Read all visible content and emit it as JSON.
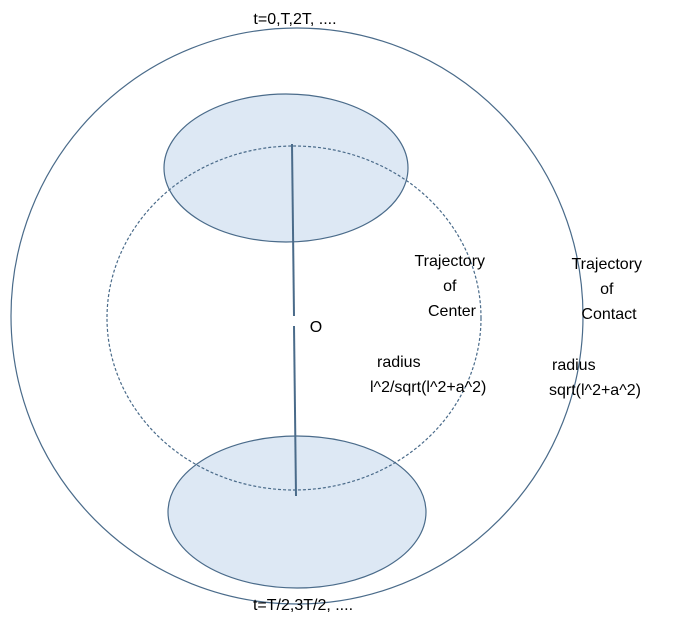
{
  "labels": {
    "top_time": "t=0,T,2T, ....",
    "bottom_time": "t=T/2,3T/2, ....",
    "center_point": "O",
    "center_trajectory": [
      "Trajectory",
      "of",
      "Center"
    ],
    "center_radius": [
      "radius",
      "l^2/sqrt(l^2+a^2)"
    ],
    "contact_trajectory": [
      "Trajectory",
      "of",
      "Contact"
    ],
    "contact_radius": [
      "radius",
      "sqrt(l^2+a^2)"
    ]
  },
  "colors": {
    "outline": "#4a6b8a",
    "disk_fill": "#dde8f4",
    "axle": "#4a6b8a",
    "text": "#000000"
  }
}
